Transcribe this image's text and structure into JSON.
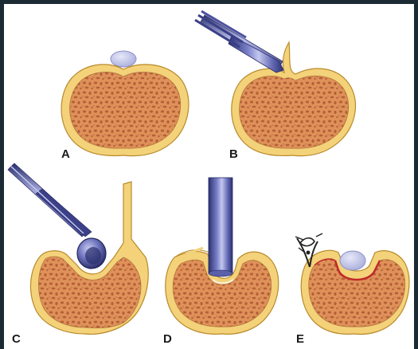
{
  "figure": {
    "panels": [
      {
        "label": "A"
      },
      {
        "label": "B"
      },
      {
        "label": "C"
      },
      {
        "label": "D"
      },
      {
        "label": "E"
      }
    ]
  },
  "colors": {
    "page_border": "#1b2a33",
    "background": "#ffffff",
    "bone_cortex": "#f3d27a",
    "bone_outline": "#b88a2a",
    "cancellous_base": "#d98a52",
    "cancellous_spots": "#b5623a",
    "cyst": "#c9cdeb",
    "instrument_metal": "#6c71b8",
    "instrument_dark": "#2f3370",
    "bleeding_surface": "#c0282a"
  }
}
